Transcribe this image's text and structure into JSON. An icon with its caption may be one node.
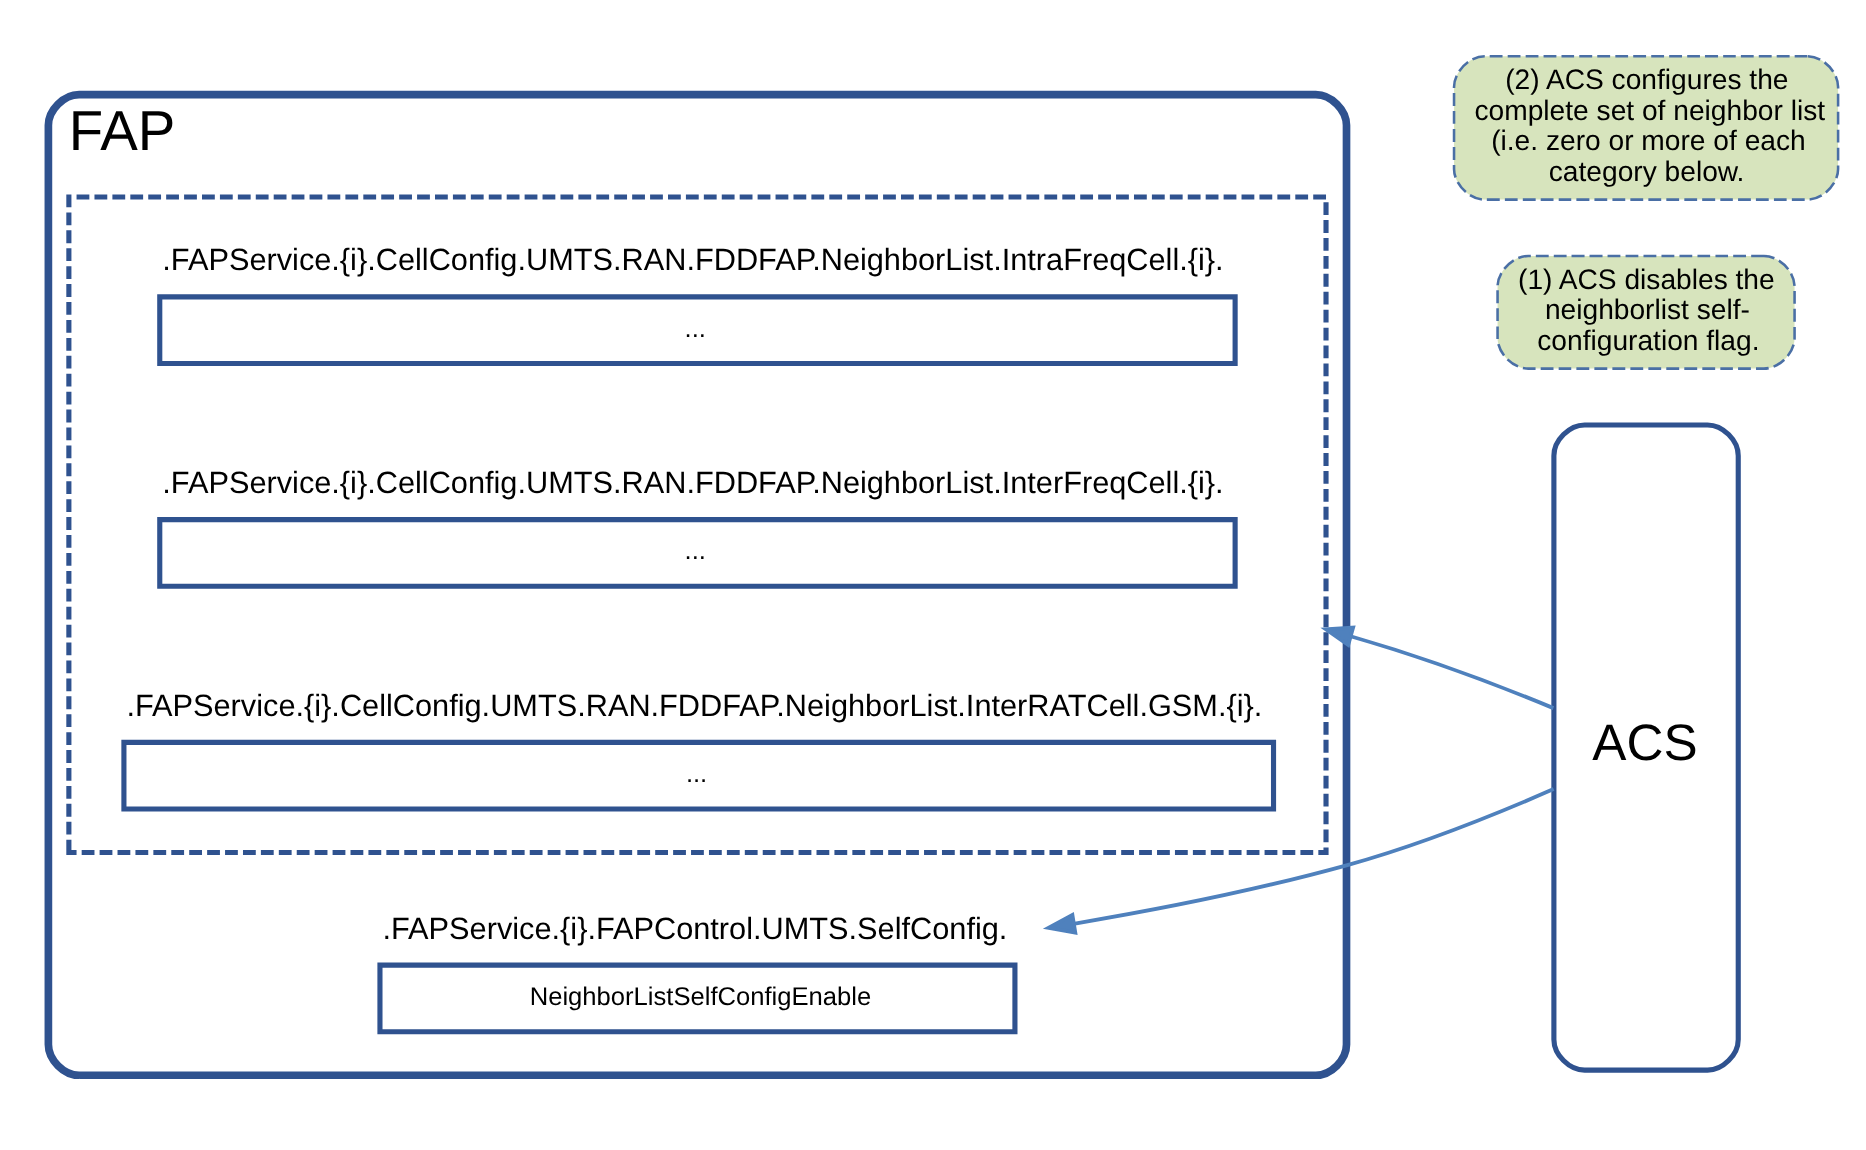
{
  "diagram": {
    "nodes": [
      {
        "text": [
          "FAP"
        ]
      },
      {
        "text": [
          ".FAPService.{i}.FAPControl.UMTS.SelfConfig.",
          "NeighborListSelfConfigEnable"
        ],
        "in": 0
      },
      {
        "text": [],
        "shape": "box",
        "in": 0
      },
      {
        "text": [
          ".FAPService.{i}.CellConfig.UMTS.RAN.FDDFAP.NeighborList.IntraFreqCell.{i}.",
          "..."
        ],
        "in": 2
      },
      {
        "text": [
          ".FAPService.{i}.CellConfig.UMTS.RAN.FDDFAP.NeighborList.InterFreqCell.{i}.",
          "..."
        ],
        "in": 2
      },
      {
        "text": [
          ".FAPService.{i}.CellConfig.UMTS.RAN.FDDFAP.NeighborList.InterRATCell.GSM.{i}.",
          "..."
        ],
        "in": 2
      },
      {
        "text": [
          "ACS"
        ]
      },
      {
        "text": [
          "(1) ACS disables the neighborlist self-configuration flag."
        ]
      },
      {
        "text": [
          "(2) ACS configures the complete set of neighbor list (i.e. zero or more of each category below."
        ]
      }
    ],
    "edges": [
      {
        "from": 6,
        "to": 1,
        "arrow": "to"
      },
      {
        "from": 6,
        "to": 2,
        "arrow": "to"
      }
    ]
  }
}
